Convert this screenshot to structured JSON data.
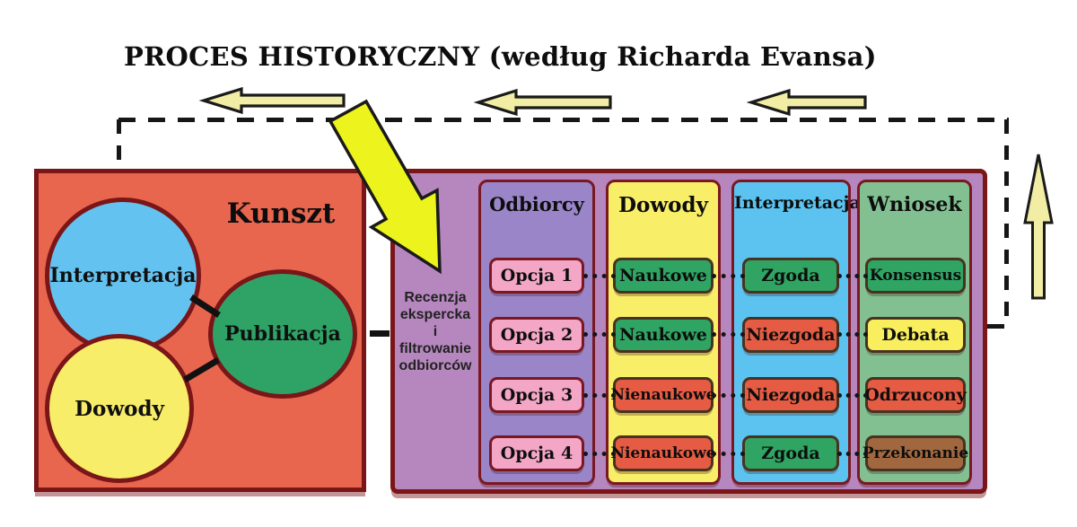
{
  "title": "PROCES HISTORYCZNY (według Richarda Evansa)",
  "kunszt": {
    "label": "Kunszt",
    "circles": {
      "interpretacja": {
        "label": "Interpretacja",
        "fill": "#64c2f0"
      },
      "publikacja": {
        "label": "Publikacja",
        "fill": "#2fa365"
      },
      "dowody": {
        "label": "Dowody",
        "fill": "#f7ed68"
      }
    }
  },
  "filter_note": "Recenzja\nekspercka\ni\nfiltrowanie\nodbiorców",
  "columns": [
    {
      "header": "Odbiorcy",
      "fill": "#9a85c8",
      "cells": [
        {
          "label": "Opcja 1",
          "fill": "#f4a6c6"
        },
        {
          "label": "Opcja 2",
          "fill": "#f4a6c6"
        },
        {
          "label": "Opcja 3",
          "fill": "#f4a6c6"
        },
        {
          "label": "Opcja 4",
          "fill": "#f4a6c6"
        }
      ]
    },
    {
      "header": "Dowody",
      "fill": "#f8ee68",
      "cells": [
        {
          "label": "Naukowe",
          "fill": "#2fa463"
        },
        {
          "label": "Naukowe",
          "fill": "#2fa463"
        },
        {
          "label": "Nienaukowe",
          "fill": "#e55b43"
        },
        {
          "label": "Nienaukowe",
          "fill": "#e55b43"
        }
      ]
    },
    {
      "header": "Interpretacja",
      "fill": "#5cc3f0",
      "cells": [
        {
          "label": "Zgoda",
          "fill": "#2fa463"
        },
        {
          "label": "Niezgoda",
          "fill": "#e55b43"
        },
        {
          "label": "Niezgoda",
          "fill": "#e55b43"
        },
        {
          "label": "Zgoda",
          "fill": "#2fa463"
        }
      ]
    },
    {
      "header": "Wniosek",
      "fill": "#82c092",
      "cells": [
        {
          "label": "Konsensus",
          "fill": "#2fa463"
        },
        {
          "label": "Debata",
          "fill": "#f9ee5e"
        },
        {
          "label": "Odrzucony",
          "fill": "#e55b43"
        },
        {
          "label": "Przekonanie",
          "fill": "#a16840"
        }
      ]
    }
  ],
  "icons": {
    "flow_left_arrows": "three pale-yellow left-pointing arrows over dashed feedback line",
    "big_down_arrow": "bright yellow arrow from feedback line into review box",
    "up_arrow": "pale yellow upward arrow beside right dashed line"
  },
  "colors": {
    "kunszt_box": "#e8654e",
    "review_box": "#b687bf",
    "maroon_border": "#7a1518",
    "pale_arrow": "#f2eda4",
    "big_arrow": "#ecf31d",
    "dash_line": "#161616"
  }
}
